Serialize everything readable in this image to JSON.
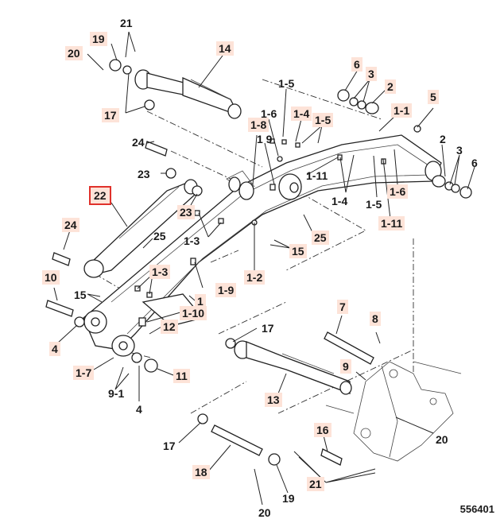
{
  "diagram": {
    "title": "Boom assembly exploded parts view",
    "drawing_number": "556401",
    "highlight_color": "#fde3d8",
    "selected_color": "#e0312b",
    "selected_part": "22",
    "callouts": [
      {
        "id": "c20a",
        "text": "20",
        "highlighted": true
      },
      {
        "id": "c19a",
        "text": "19",
        "highlighted": true
      },
      {
        "id": "c21a",
        "text": "21",
        "highlighted": false
      },
      {
        "id": "c14",
        "text": "14",
        "highlighted": true
      },
      {
        "id": "c17a",
        "text": "17",
        "highlighted": true
      },
      {
        "id": "c6a",
        "text": "6",
        "highlighted": true
      },
      {
        "id": "c3a",
        "text": "3",
        "highlighted": true
      },
      {
        "id": "c2a",
        "text": "2",
        "highlighted": true
      },
      {
        "id": "c1-5a",
        "text": "1-5",
        "highlighted": false
      },
      {
        "id": "c1-6a",
        "text": "1-6",
        "highlighted": false
      },
      {
        "id": "c1-4a",
        "text": "1-4",
        "highlighted": true
      },
      {
        "id": "c1-5b",
        "text": "1-5",
        "highlighted": true
      },
      {
        "id": "c1-1",
        "text": "1-1",
        "highlighted": true
      },
      {
        "id": "c5",
        "text": "5",
        "highlighted": true
      },
      {
        "id": "c1-8",
        "text": "1-8",
        "highlighted": true
      },
      {
        "id": "c1-9a",
        "text": "1 9",
        "highlighted": false
      },
      {
        "id": "c24a",
        "text": "24",
        "highlighted": false
      },
      {
        "id": "c1-11a",
        "text": "1-11",
        "highlighted": false
      },
      {
        "id": "c2b",
        "text": "2",
        "highlighted": false
      },
      {
        "id": "c3b",
        "text": "3",
        "highlighted": false
      },
      {
        "id": "c6b",
        "text": "6",
        "highlighted": false
      },
      {
        "id": "c23a",
        "text": "23",
        "highlighted": false
      },
      {
        "id": "c22",
        "text": "22",
        "highlighted": true
      },
      {
        "id": "c1-4b",
        "text": "1-4",
        "highlighted": false
      },
      {
        "id": "c1-5c",
        "text": "1-5",
        "highlighted": false
      },
      {
        "id": "c1-6b",
        "text": "1-6",
        "highlighted": true
      },
      {
        "id": "c23b",
        "text": "23",
        "highlighted": true
      },
      {
        "id": "c1-11b",
        "text": "1-11",
        "highlighted": true
      },
      {
        "id": "c24b",
        "text": "24",
        "highlighted": true
      },
      {
        "id": "c25a",
        "text": "25",
        "highlighted": false
      },
      {
        "id": "c1-3a",
        "text": "1-3",
        "highlighted": false
      },
      {
        "id": "c25b",
        "text": "25",
        "highlighted": true
      },
      {
        "id": "c15a",
        "text": "15",
        "highlighted": true
      },
      {
        "id": "c1-2",
        "text": "1-2",
        "highlighted": true
      },
      {
        "id": "c10",
        "text": "10",
        "highlighted": true
      },
      {
        "id": "c1-3b",
        "text": "1-3",
        "highlighted": true
      },
      {
        "id": "c15b",
        "text": "15",
        "highlighted": false
      },
      {
        "id": "c1-9b",
        "text": "1-9",
        "highlighted": true
      },
      {
        "id": "c1",
        "text": "1",
        "highlighted": true
      },
      {
        "id": "c1-10",
        "text": "1-10",
        "highlighted": true
      },
      {
        "id": "c7",
        "text": "7",
        "highlighted": true
      },
      {
        "id": "c8",
        "text": "8",
        "highlighted": true
      },
      {
        "id": "c4a",
        "text": "4",
        "highlighted": true
      },
      {
        "id": "c12",
        "text": "12",
        "highlighted": true
      },
      {
        "id": "c17b",
        "text": "17",
        "highlighted": false
      },
      {
        "id": "c1-7",
        "text": "1-7",
        "highlighted": true
      },
      {
        "id": "c11",
        "text": "11",
        "highlighted": true
      },
      {
        "id": "c9",
        "text": "9",
        "highlighted": true
      },
      {
        "id": "c9-1",
        "text": "9-1",
        "highlighted": false
      },
      {
        "id": "c4b",
        "text": "4",
        "highlighted": false
      },
      {
        "id": "c13",
        "text": "13",
        "highlighted": true
      },
      {
        "id": "c16",
        "text": "16",
        "highlighted": true
      },
      {
        "id": "c20b",
        "text": "20",
        "highlighted": false
      },
      {
        "id": "c17c",
        "text": "17",
        "highlighted": false
      },
      {
        "id": "c18",
        "text": "18",
        "highlighted": true
      },
      {
        "id": "c21b",
        "text": "21",
        "highlighted": true
      },
      {
        "id": "c19b",
        "text": "19",
        "highlighted": false
      },
      {
        "id": "c20c",
        "text": "20",
        "highlighted": false
      }
    ]
  }
}
